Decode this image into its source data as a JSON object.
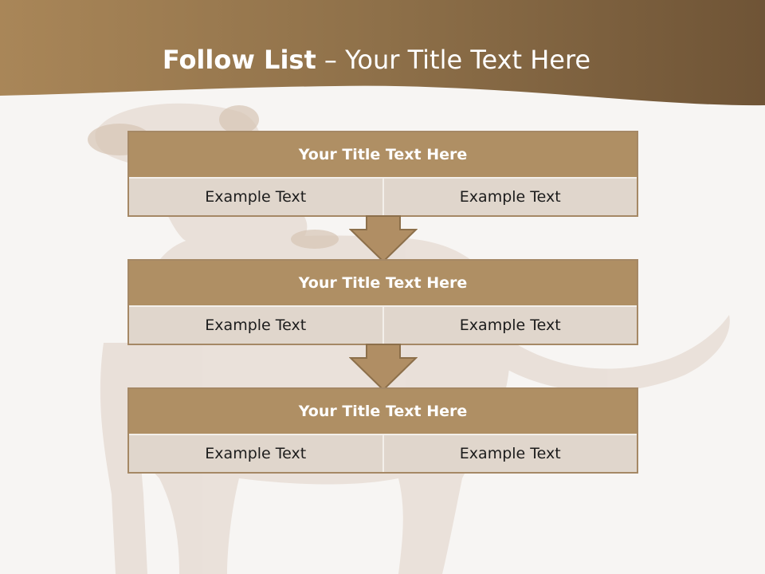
{
  "title": {
    "bold": "Follow List",
    "rest": " – Your Title Text Here"
  },
  "steps": [
    {
      "title": "Your Title Text Here",
      "left": "Example Text",
      "right": "Example Text"
    },
    {
      "title": "Your Title Text Here",
      "left": "Example Text",
      "right": "Example Text"
    },
    {
      "title": "Your Title Text Here",
      "left": "Example Text",
      "right": "Example Text"
    }
  ],
  "colors": {
    "header_band": "#8a6c46",
    "block_header": "#af8f64",
    "block_body": "#e0d6cc",
    "arrow": "#b08e64",
    "background": "#f7f5f3"
  }
}
